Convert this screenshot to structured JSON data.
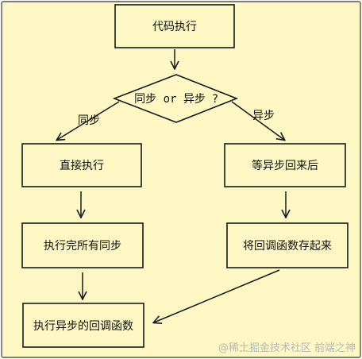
{
  "diagram": {
    "background": "#fdf7c4",
    "stroke": "#1a1a1a",
    "nodes": {
      "start": "代码执行",
      "decision": {
        "left": "同步",
        "mid": "or",
        "right": "异步",
        "q": "?"
      },
      "sync_exec": "直接执行",
      "wait_async": "等异步回来后",
      "finish_sync": "执行完所有同步",
      "enqueue": "将回调函数存起来",
      "run_callbacks": "执行异步的回调函数"
    },
    "edges": {
      "sync_label": "同步",
      "async_label": "异步"
    },
    "watermark": "@稀土掘金技术社区 前端之神"
  }
}
